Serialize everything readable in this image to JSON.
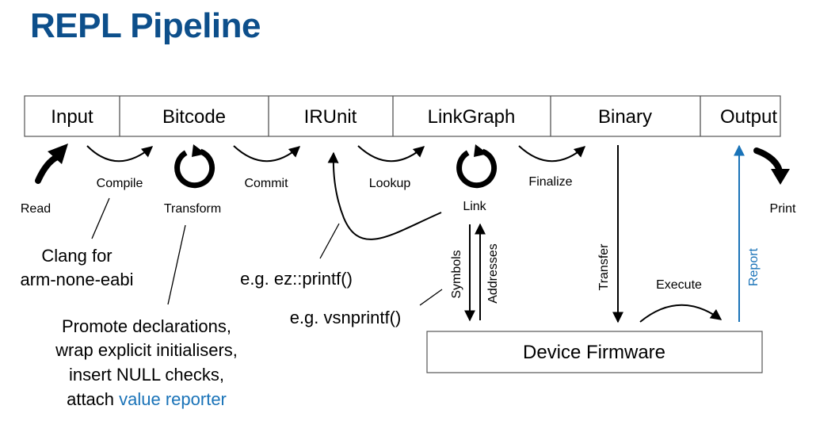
{
  "title": "REPL Pipeline",
  "stages": [
    "Input",
    "Bitcode",
    "IRUnit",
    "LinkGraph",
    "Binary",
    "Output"
  ],
  "steps": {
    "read": "Read",
    "compile": "Compile",
    "transform": "Transform",
    "commit": "Commit",
    "lookup": "Lookup",
    "link": "Link",
    "finalize": "Finalize",
    "print": "Print",
    "symbols": "Symbols",
    "addresses": "Addresses",
    "transfer": "Transfer",
    "execute": "Execute",
    "report": "Report"
  },
  "device": "Device Firmware",
  "notes": {
    "clang_line1": "Clang for",
    "clang_line2": "arm-none-eabi",
    "printf_example": "e.g. ez::printf()",
    "vsnprintf_example": "e.g. vsnprintf()",
    "transform_line1": "Promote declarations,",
    "transform_line2": "wrap explicit initialisers,",
    "transform_line3": "insert NULL checks,",
    "transform_line4_prefix": "attach ",
    "transform_line4_highlight": "value reporter"
  },
  "colors": {
    "title": "#0d4f8b",
    "accent": "#1a73b8",
    "stroke": "#000000"
  }
}
